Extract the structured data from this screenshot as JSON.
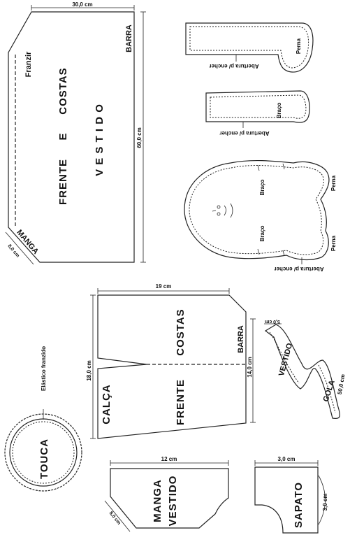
{
  "front_dress": {
    "width": "30,0 cm",
    "height": "60,0 cm",
    "label_franzir": "Franzir",
    "label_barra": "BARRA",
    "title_frente": "FRENTE",
    "title_e": "E",
    "title_costas": "COSTAS",
    "title_vestido": "V E S T I D O",
    "label_manga": "MANGA",
    "manga_dim": "8,0 cm"
  },
  "leg": {
    "label_perna": "Perna",
    "label_abertura": "Abertura p/ encher"
  },
  "arm": {
    "label_braco": "Braço",
    "label_abertura": "Abertura p/ encher"
  },
  "body": {
    "label_braco_top": "Braço",
    "label_braco_bottom": "Braço",
    "label_perna_top": "Perna",
    "label_perna_bottom": "Perna",
    "label_abertura": "Abertura p/ encher"
  },
  "pants": {
    "width": "19 cm",
    "height_left": "18,0 cm",
    "height_right": "14,0 cm",
    "label_costas": "COSTAS",
    "label_frente": "FRENTE",
    "label_barra": "BARRA",
    "label_calca": "CALÇA"
  },
  "collar": {
    "width": "5,0 cm",
    "length": "50,0 cm",
    "label_vestido": "VESTIDO",
    "label_gola": "GOLA"
  },
  "hat": {
    "label_elastico": "Elástico franzido",
    "label_touca": "TOUCA"
  },
  "sleeve": {
    "width": "12 cm",
    "side": "8,0 cm",
    "label_manga": "MANGA",
    "label_vestido": "VESTIDO"
  },
  "shoe": {
    "width": "3,0 cm",
    "height": "3,0 cm",
    "label_sapato": "SAPATO"
  },
  "colors": {
    "line": "#222222",
    "paper": "#ffffff"
  }
}
